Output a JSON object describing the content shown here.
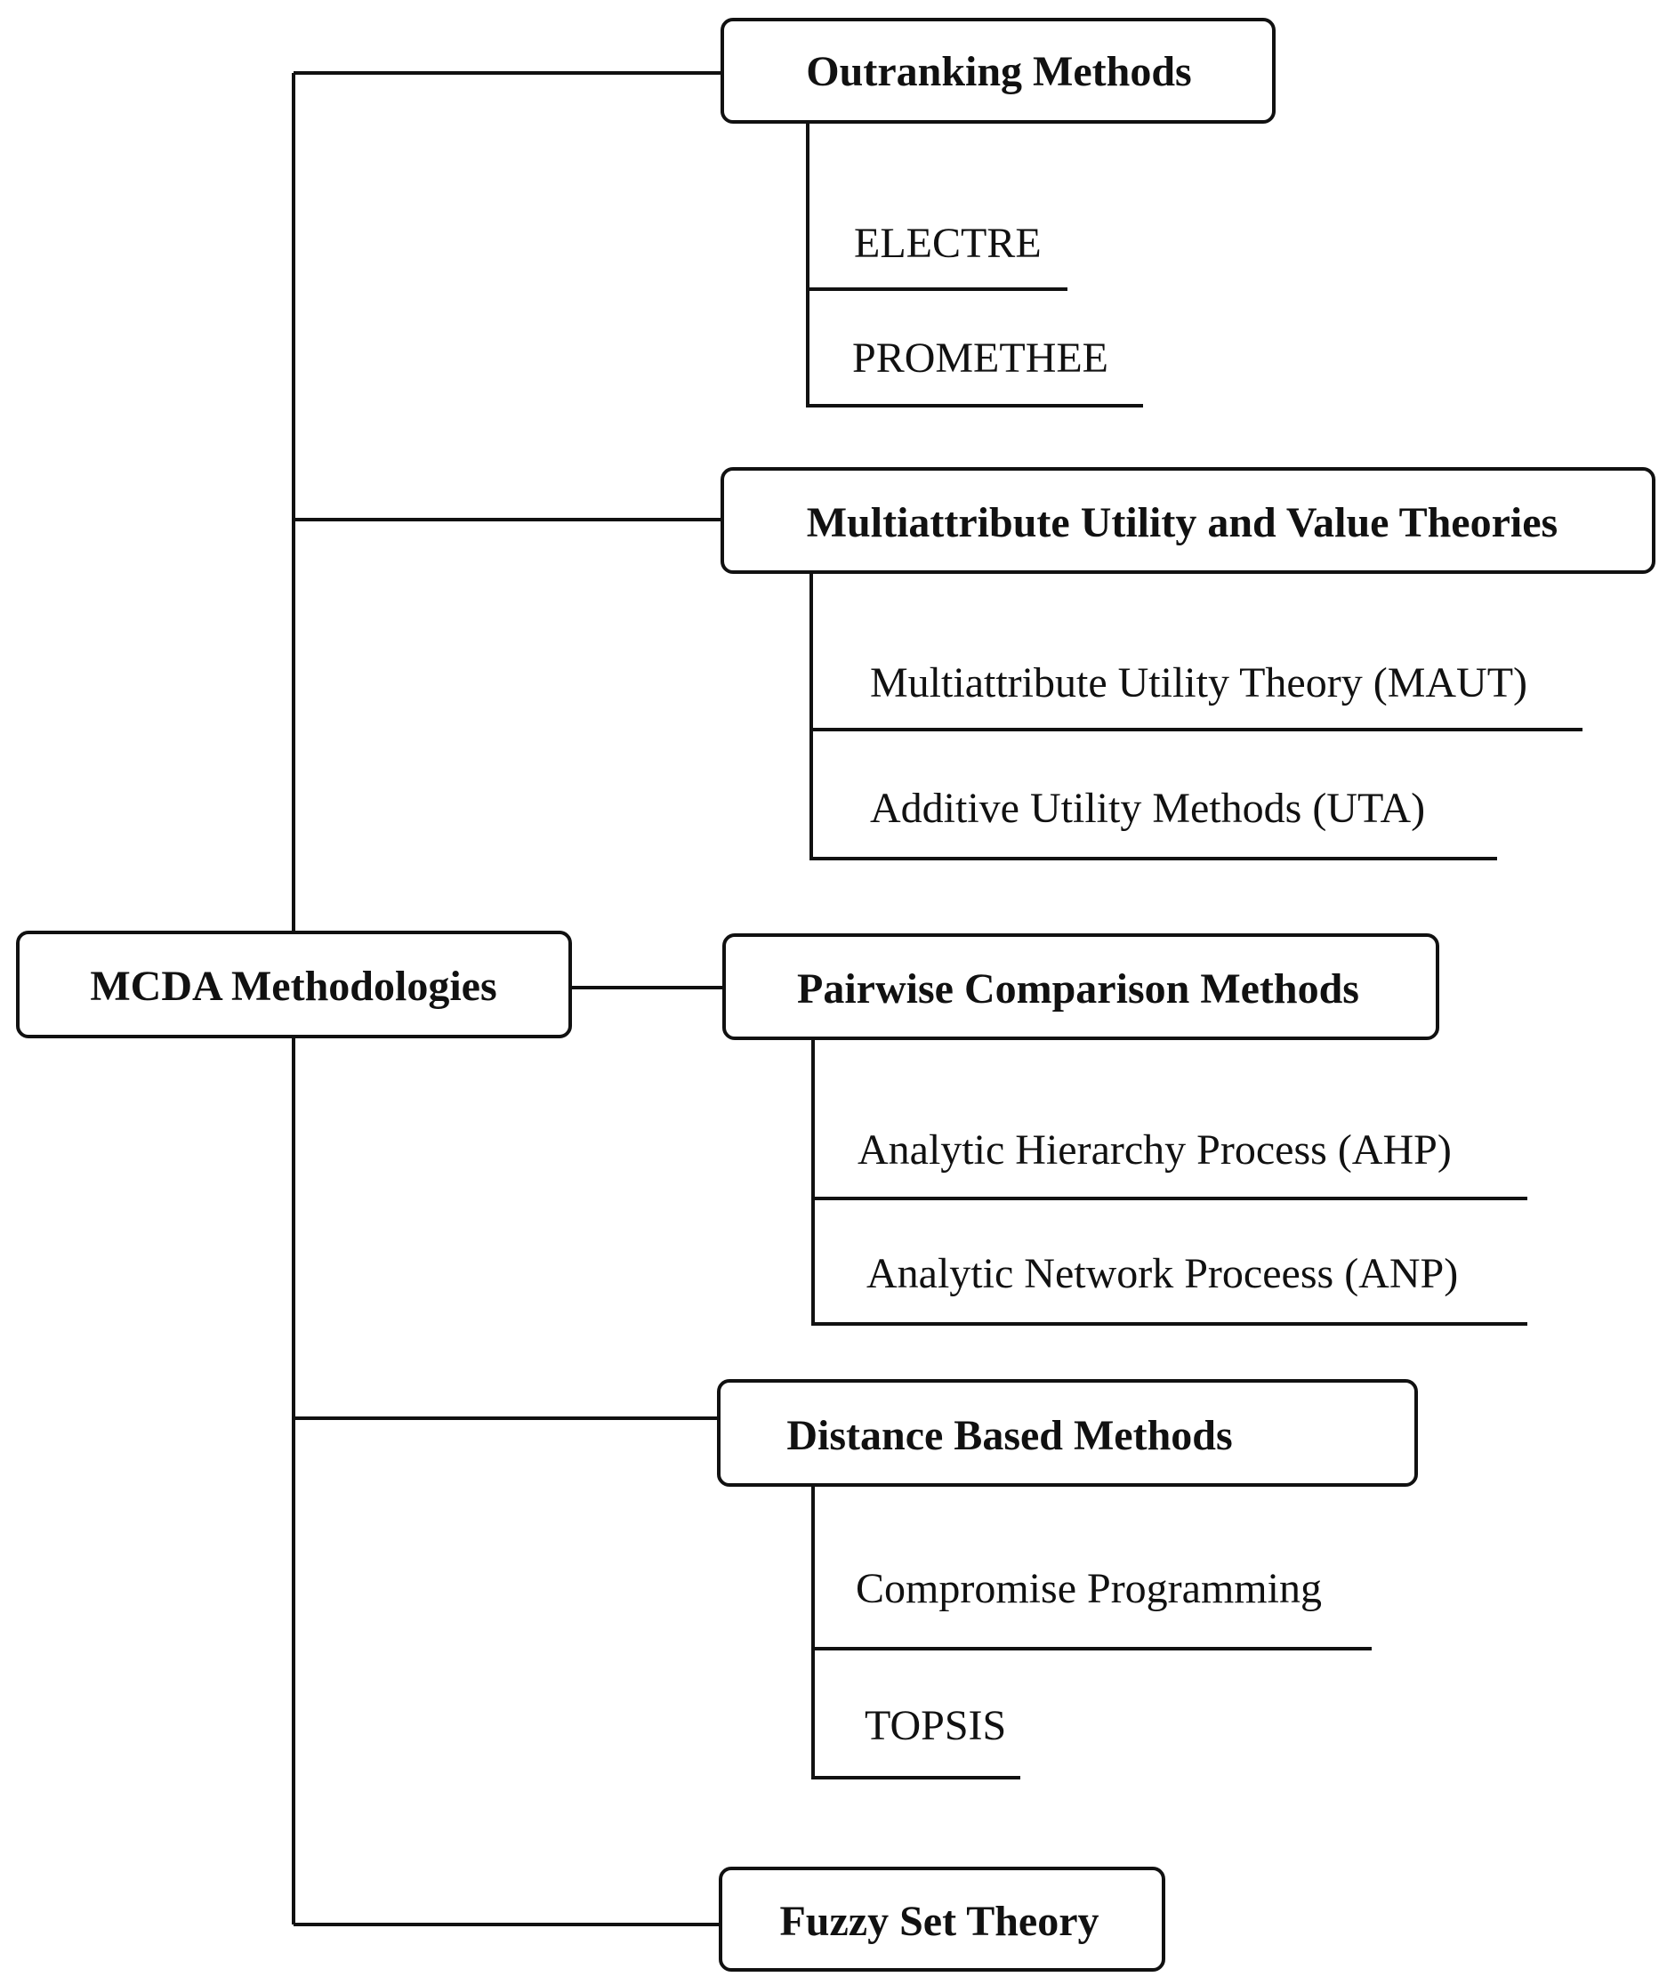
{
  "root": {
    "label": "MCDA Methodologies"
  },
  "categories": [
    {
      "label": "Outranking Methods",
      "methods": [
        "ELECTRE",
        "PROMETHEE"
      ]
    },
    {
      "label": "Multiattribute Utility and Value Theories",
      "methods": [
        "Multiattribute Utility Theory (MAUT)",
        "Additive Utility Methods (UTA)"
      ]
    },
    {
      "label": "Pairwise Comparison Methods",
      "methods": [
        "Analytic Hierarchy Process (AHP)",
        "Analytic Network Proceess (ANP)"
      ]
    },
    {
      "label": "Distance Based Methods",
      "methods": [
        "Compromise Programming",
        "TOPSIS"
      ]
    },
    {
      "label": "Fuzzy Set Theory",
      "methods": []
    }
  ],
  "colors": {
    "ink": "#111111",
    "background": "#ffffff"
  }
}
